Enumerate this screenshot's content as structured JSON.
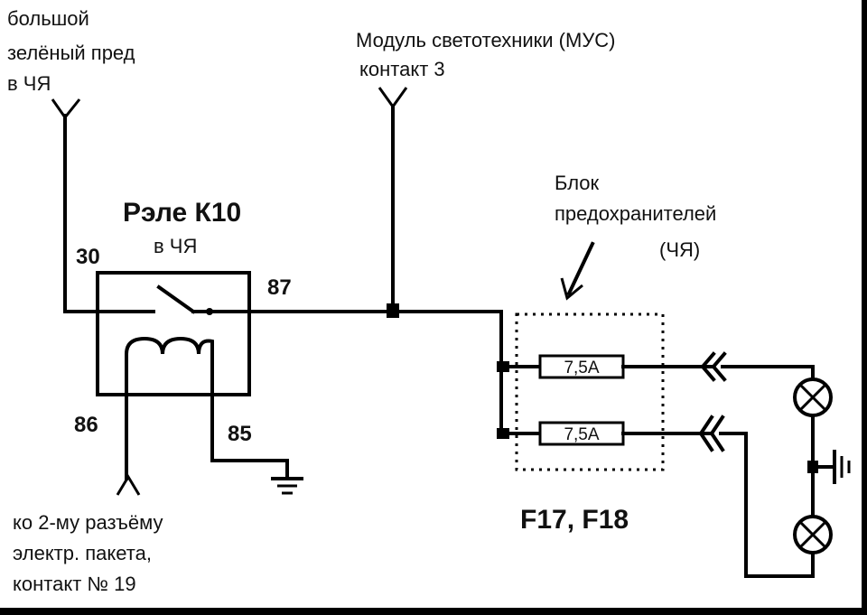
{
  "labels": {
    "top_left": [
      "большой",
      "зелёный пред",
      "в ЧЯ"
    ],
    "module": [
      "Модуль светотехники (МУС)",
      "контакт 3"
    ],
    "relay_title": "Рэле К10",
    "relay_sub": "в ЧЯ",
    "pin_30": "30",
    "pin_87": "87",
    "pin_86": "86",
    "pin_85": "85",
    "fuse_block": [
      "Блок",
      "предохранителей",
      "(ЧЯ)"
    ],
    "fuse_rating": "7,5A",
    "fuses_name": "F17, F18",
    "bottom_left": [
      "ко 2-му разъёму",
      "электр. пакета,",
      "контакт № 19"
    ]
  },
  "colors": {
    "line": "#000000",
    "background": "#ffffff"
  }
}
